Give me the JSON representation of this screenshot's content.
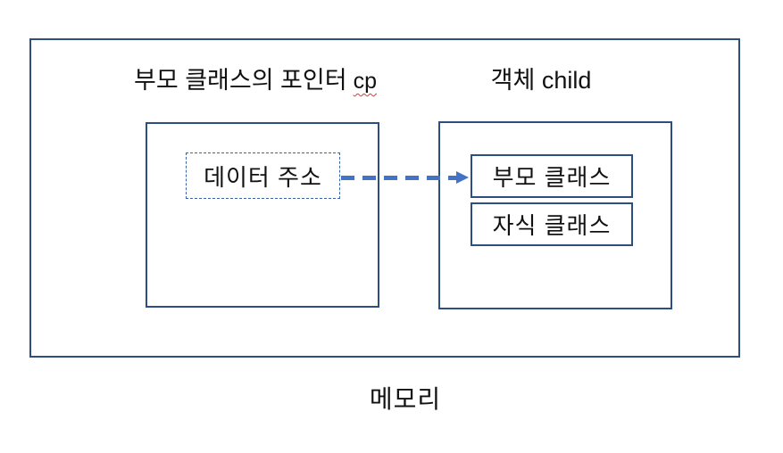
{
  "diagram": {
    "memory_region": {
      "label": "메모리"
    },
    "pointer_group": {
      "title": "부모 클래스의 포인터",
      "title_code": "cp",
      "cell_label": "데이터 주소"
    },
    "object_group": {
      "title": "객체 child",
      "rows": [
        {
          "label": "부모 클래스"
        },
        {
          "label": "자식 클래스"
        }
      ]
    },
    "colors": {
      "box_border": "#2d4e81",
      "arrow_blue": "#4472c4",
      "dashed_border": "#3c62a8",
      "spellcheck_red": "#e03c31",
      "text": "#111111",
      "background": "#ffffff"
    }
  }
}
